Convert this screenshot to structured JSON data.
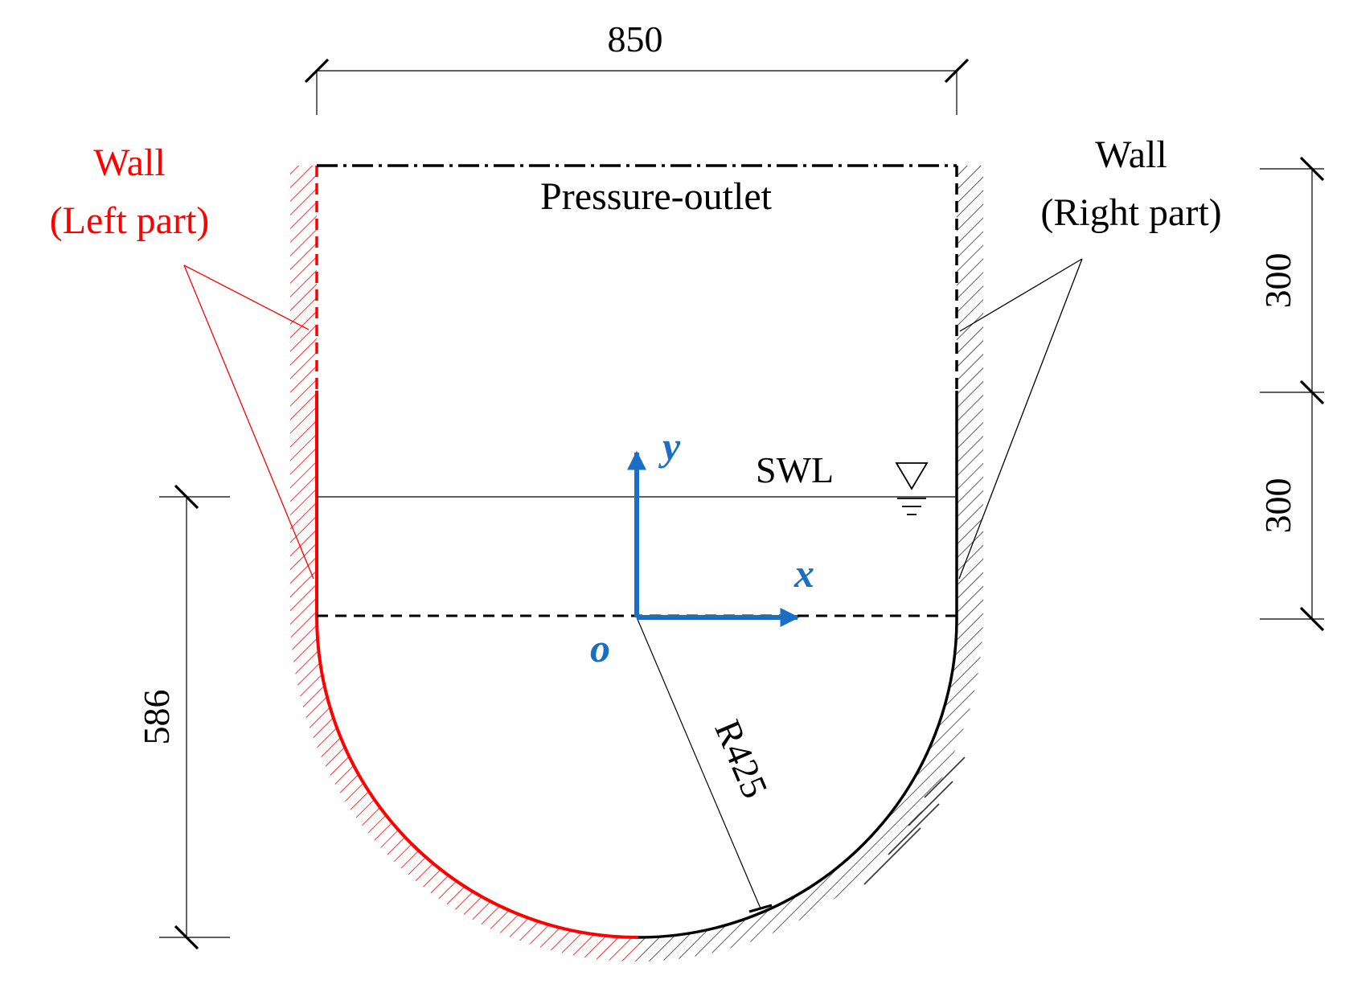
{
  "dimensions": {
    "width": "850",
    "upper_height": "300",
    "lower_height": "300",
    "water_depth": "586",
    "radius": "R425"
  },
  "labels": {
    "pressure_outlet": "Pressure-outlet",
    "swl": "SWL",
    "left_wall_line1": "Wall",
    "left_wall_line2": "(Left part)",
    "right_wall_line1": "Wall",
    "right_wall_line2": "(Right part)"
  },
  "axes": {
    "x": "x",
    "y": "y",
    "origin": "o"
  },
  "colors": {
    "left_wall": "#ff0000",
    "right_wall": "#000000",
    "axes": "#1a6fc4"
  }
}
